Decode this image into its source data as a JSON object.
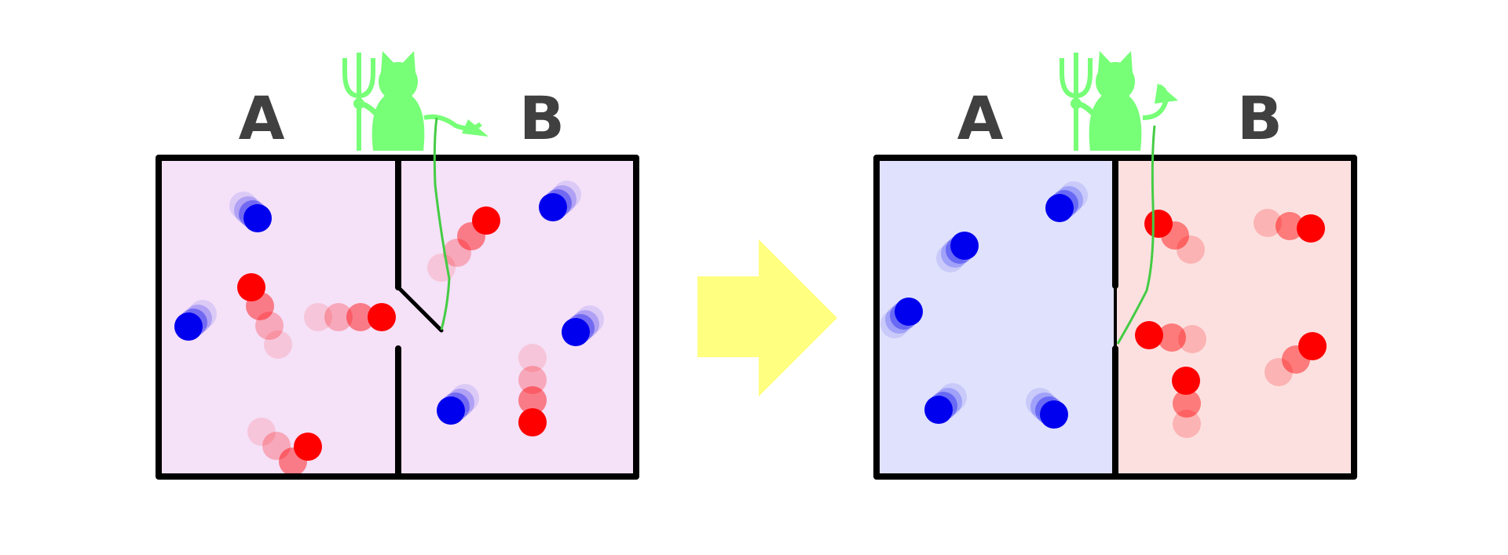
{
  "colors": {
    "background": "#ffffff",
    "box_uniform": "#f5e1f8",
    "box_a_sorted": "#e0e1fc",
    "box_b_sorted": "#fce0e0",
    "wall": "#000000",
    "label": "#404040",
    "demon": "#77ff77",
    "demon_line": "#55cc55",
    "arrow": "#ffff80",
    "blue_particle": "#0000ee",
    "red_particle": "#ff0000"
  },
  "panels": [
    {
      "label_a": "A",
      "label_b": "B",
      "state": "before",
      "door": "open"
    },
    {
      "label_a": "A",
      "label_b": "B",
      "state": "after",
      "door": "closed"
    }
  ],
  "icons": {
    "demon": "devil-with-trident-icon",
    "arrow": "right-arrow-icon"
  }
}
